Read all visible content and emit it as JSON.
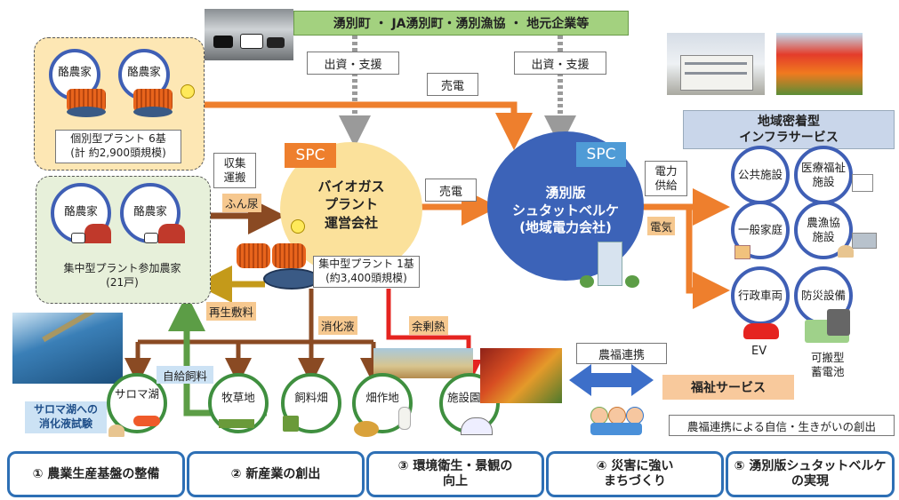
{
  "top_banner": "湧別町 ・ JA湧別町・湧別漁協 ・ 地元企業等",
  "investment_labels": [
    "出資・支援",
    "出資・支援"
  ],
  "sale_labels": [
    "売電",
    "売電"
  ],
  "individual_plant": {
    "farm_labels": [
      "酪農家",
      "酪農家"
    ],
    "caption": "個別型プラント 6基\n(計 約2,900頭規模)"
  },
  "central_farms": {
    "farm_labels": [
      "酪農家",
      "酪農家"
    ],
    "caption": "集中型プラント参加農家\n(21戸)"
  },
  "collection_label": "収集\n運搬",
  "manure_label": "ふん尿",
  "biogas": {
    "badge": "SPC",
    "title": "バイオガス\nプラント\n運営会社",
    "plant_caption": "集中型プラント 1基\n(約3,400頭規模)"
  },
  "power_company": {
    "badge": "SPC",
    "title": "湧別版\nシュタットベルケ\n(地域電力会社)"
  },
  "power_supply_label": "電力\n供給",
  "electricity_label": "電気",
  "community": {
    "title": "地域密着型\nインフラサービス",
    "nodes": [
      "公共施設",
      "医療福祉\n施設",
      "一般家庭",
      "農漁協\n施設",
      "行政車両",
      "防災設備"
    ],
    "ev_label": "EV",
    "battery_label": "可搬型\n蓄電池"
  },
  "flows": {
    "recycled_bedding": "再生敷料",
    "digestate": "消化液",
    "surplus_heat": "余剰熱",
    "self_feed": "自給飼料"
  },
  "uses": [
    "サロマ湖",
    "牧草地",
    "飼料畑",
    "畑作地",
    "施設園芸"
  ],
  "saroma_test": "サロマ湖への\n消化液試験",
  "welfare": {
    "collab_label": "農福連携",
    "service_label": "福祉サービス",
    "caption": "農福連携による自信・生きがいの創出"
  },
  "goals": [
    "① 農業生産基盤の整備",
    "② 新産業の創出",
    "③ 環境衛生・景観の\n向上",
    "④ 災害に強い\nまちづくり",
    "⑤ 湧別版シュタットベルケの実現"
  ],
  "colors": {
    "orange": "#ee7f2d",
    "blue_spc": "#3c63b8",
    "green": "#5c9d46",
    "red": "#e52420",
    "brown": "#8a4a23",
    "olive": "#c49a1a"
  }
}
